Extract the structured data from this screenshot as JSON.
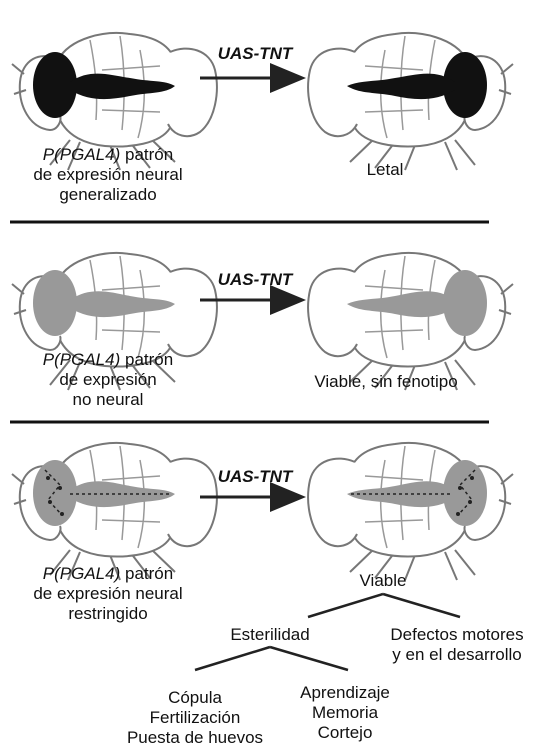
{
  "panels": [
    {
      "arrow_label": "UAS-TNT",
      "left_label_italic": "P(PGAL4)",
      "left_label_rest": " patrón",
      "left_label_line2": "de expresión neural",
      "left_label_line3": "generalizado",
      "right_label": "Letal",
      "fill": "#111111"
    },
    {
      "arrow_label": "UAS-TNT",
      "left_label_italic": "P(PGAL4)",
      "left_label_rest": " patrón",
      "left_label_line2": "de expresión",
      "left_label_line3": "no neural",
      "right_label": "Viable, sin fenotipo",
      "fill": "#999999"
    },
    {
      "arrow_label": "UAS-TNT",
      "left_label_italic": "P(PGAL4)",
      "left_label_rest": " patrón",
      "left_label_line2": "de expresión neural",
      "left_label_line3": "restringido",
      "right_label": "Viable",
      "fill": "#999999"
    }
  ],
  "tree": {
    "level1": [
      "Esterilidad",
      "Defectos motores",
      "y en el desarrollo"
    ],
    "esterilidad_children_left": [
      "Cópula",
      "Fertilización",
      "Puesta de huevos"
    ],
    "esterilidad_children_right": [
      "Aprendizaje",
      "Memoria",
      "Cortejo"
    ]
  }
}
